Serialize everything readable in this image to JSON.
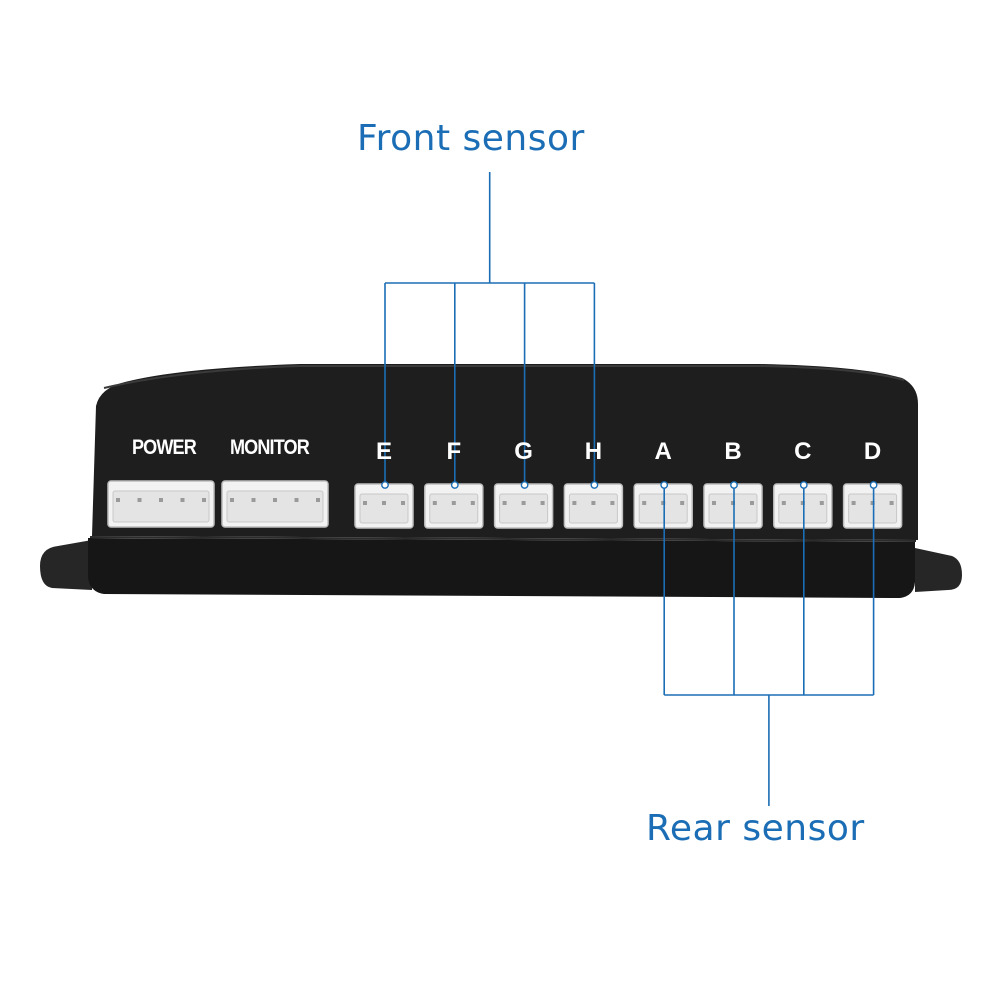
{
  "callouts": {
    "front": "Front sensor",
    "rear": "Rear sensor"
  },
  "ports": {
    "power": "POWER",
    "monitor": "MONITOR",
    "sensors": [
      "E",
      "F",
      "G",
      "H",
      "A",
      "B",
      "C",
      "D"
    ]
  },
  "colors": {
    "accent": "#1b6eb5",
    "housing": "#1a1a1a",
    "connector": "#f2f2f2"
  }
}
